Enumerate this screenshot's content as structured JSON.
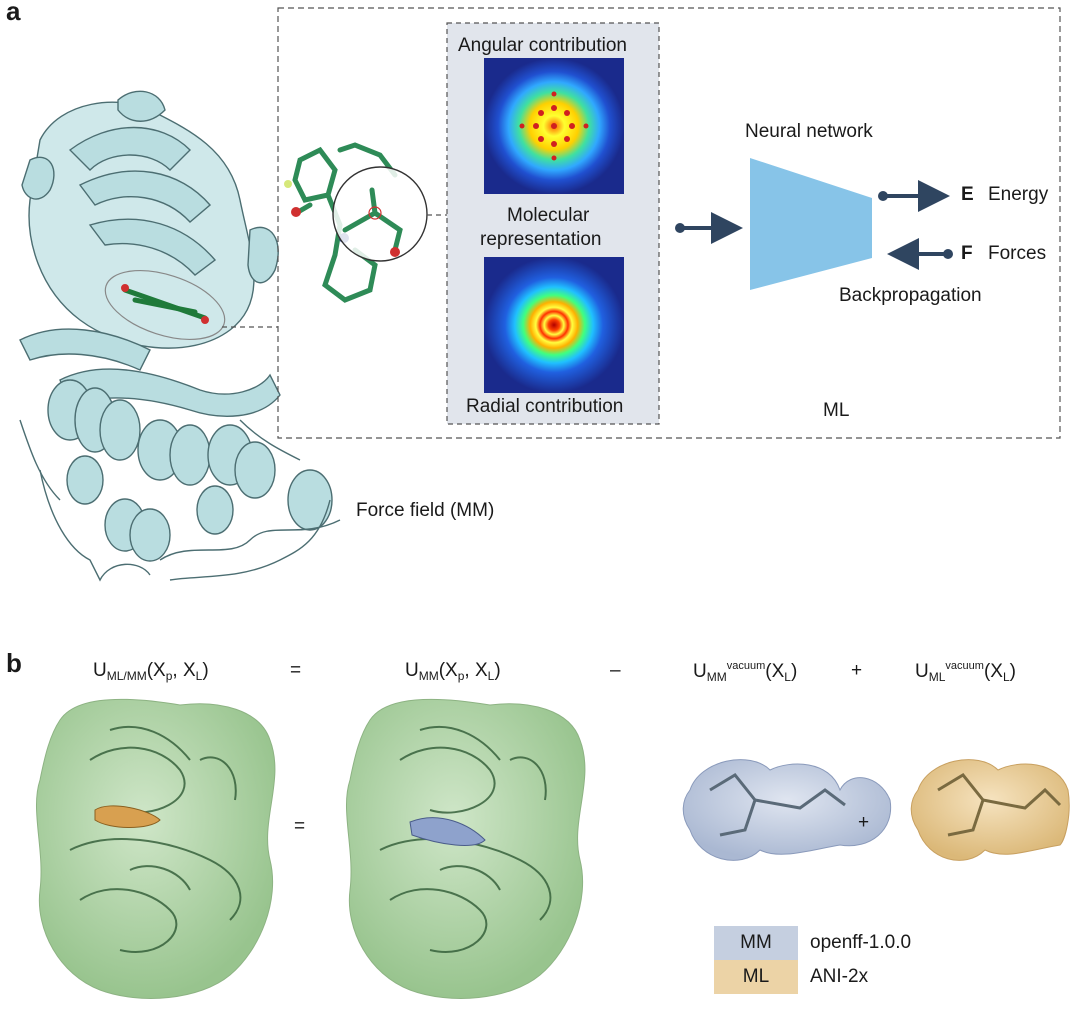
{
  "panel_a": {
    "letter": "a",
    "angular_label": "Angular contribution",
    "molecular_label_line1": "Molecular",
    "molecular_label_line2": "representation",
    "radial_label": "Radial contribution",
    "neural_network_label": "Neural network",
    "energy_letter": "E",
    "energy_label": "Energy",
    "forces_letter": "F",
    "forces_label": "Forces",
    "backprop_label": "Backpropagation",
    "ml_label": "ML",
    "force_field_label": "Force field (MM)"
  },
  "panel_b": {
    "letter": "b",
    "equation": {
      "term1_main": "U",
      "term1_sub": "ML/MM",
      "term1_args_a": "(X",
      "term1_args_sub": "p",
      "term1_args_b": ", X",
      "term1_args_sub2": "L",
      "term1_args_c": ")",
      "eq_sign": "=",
      "term2_main": "U",
      "term2_sub": "MM",
      "term2_args_a": "(X",
      "term2_args_sub": "p",
      "term2_args_b": ", X",
      "term2_args_sub2": "L",
      "term2_args_c": ")",
      "minus_sign": "–",
      "term3_main": "U",
      "term3_sub": "MM",
      "term3_sup": "vacuum",
      "term3_args_a": "(X",
      "term3_args_sub": "L",
      "term3_args_c": ")",
      "plus_sign": "+",
      "term4_main": "U",
      "term4_sub": "ML",
      "term4_sup": "vacuum",
      "term4_args_a": "(X",
      "term4_args_sub": "L",
      "term4_args_c": ")"
    },
    "image_eq_sign": "=",
    "image_plus_sign": "+",
    "legend": [
      {
        "key": "MM",
        "value": "openff-1.0.0",
        "color": "#c5cfe0"
      },
      {
        "key": "ML",
        "value": "ANI-2x",
        "color": "#ecd3a6"
      }
    ]
  },
  "colors": {
    "protein_ribbon": "#b9dde0",
    "protein_surface": "#a8cfa0",
    "ligand_green": "#2e8b57",
    "nn_blue": "#87c4e8",
    "arrow_navy": "#2f4560",
    "inset_bg": "#e1e5ec"
  }
}
